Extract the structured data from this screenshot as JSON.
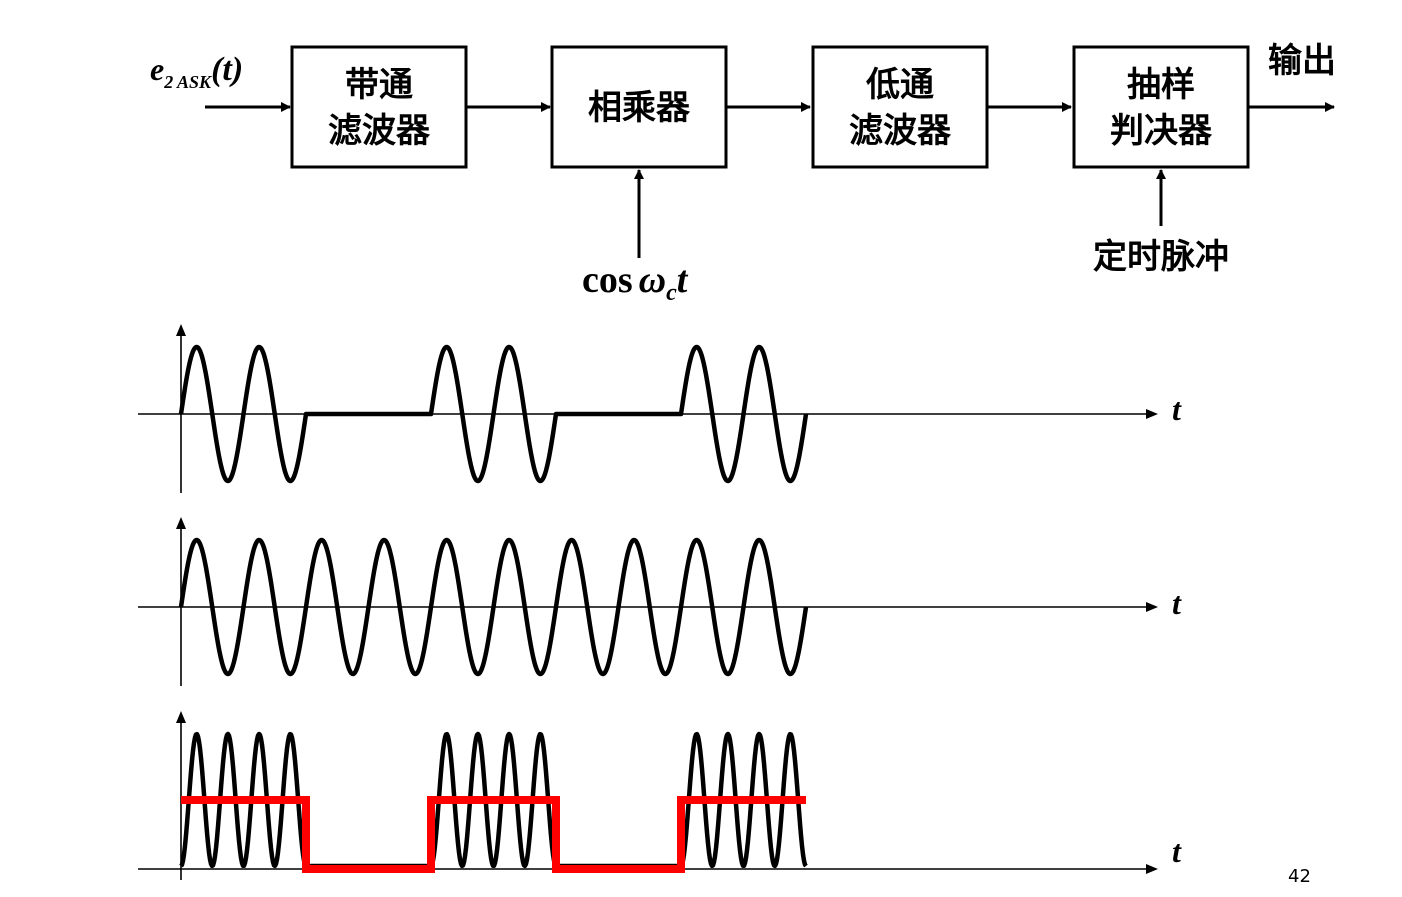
{
  "blocks": [
    {
      "line1": "带通",
      "line2": "滤波器"
    },
    {
      "line1": "相乘器",
      "line2": ""
    },
    {
      "line1": "低通",
      "line2": "滤波器"
    },
    {
      "line1": "抽样",
      "line2": "判决器"
    }
  ],
  "input_signal": {
    "base": "e",
    "sub": "2 ASK",
    "arg": "(t)"
  },
  "carrier": {
    "prefix": "cos",
    "omega": "ω",
    "sub": "c",
    "var": "t"
  },
  "timing_label": "定时脉冲",
  "output_label": "输出",
  "axis_label": "t",
  "page_number": "42",
  "colors": {
    "line": "#000000",
    "decision": "#ff0000"
  },
  "chart_data": {
    "type": "line",
    "bits": [
      1,
      0,
      1,
      0,
      1
    ],
    "cycles_per_bit": 2,
    "waveforms": [
      {
        "kind": "2ask",
        "color": "#000000"
      },
      {
        "kind": "carrier",
        "color": "#000000"
      },
      {
        "kind": "product",
        "color": "#000000"
      },
      {
        "kind": "lowpass",
        "color": "#ff0000"
      }
    ]
  }
}
